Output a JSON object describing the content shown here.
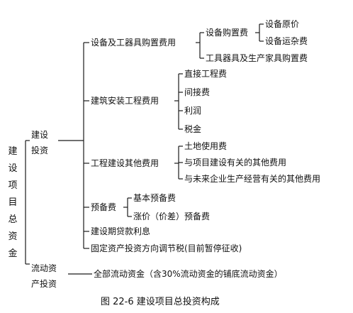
{
  "diagram": {
    "root_chars": [
      "建",
      "设",
      "项",
      "目",
      "总",
      "资",
      "金"
    ],
    "construction_investment": {
      "line1": "建设",
      "line2": "投资"
    },
    "equipment_cost": "设备及工器具购置费用",
    "equipment_purchase": "设备购置费",
    "equipment_original_price": "设备原价",
    "equipment_transport": "设备运杂费",
    "tools_furniture": "工具器具及生产家具购置费",
    "installation_cost": "建筑安装工程费用",
    "direct_cost": "直接工程费",
    "indirect_cost": "间接费",
    "profit": "利润",
    "tax": "税金",
    "other_costs": "工程建设其他费用",
    "land_use": "土地使用费",
    "project_related": "与项目建设有关的其他费用",
    "future_operation": "与未来企业生产经营有关的其他费用",
    "reserve": "预备费",
    "basic_reserve": "基本预备费",
    "price_reserve": "涨价（价差）预备费",
    "loan_interest": "建设期贷款利息",
    "adjustment_tax": "固定资产投资方向调节税(目前暂停征收)",
    "working_capital": {
      "line1": "流动资",
      "line2": "产投资"
    },
    "all_working_capital": "全部流动资金（含30%流动资金的铺底流动资金）",
    "caption": "图 22-6   建设项目总投资构成"
  }
}
